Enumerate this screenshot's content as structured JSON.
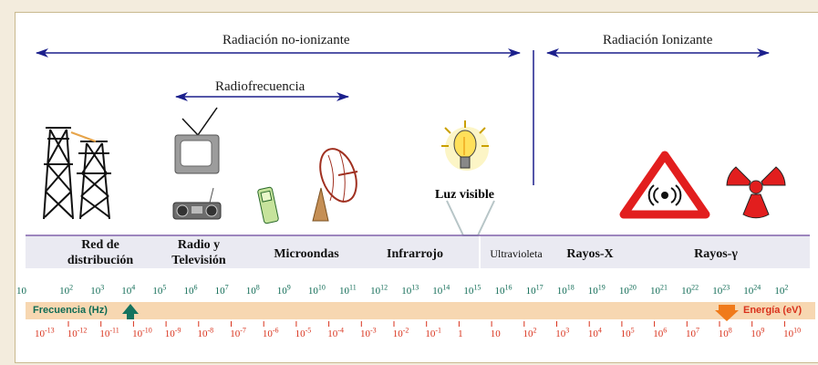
{
  "labels": {
    "no_ionizante": "Radiación no-ionizante",
    "ionizante": "Radiación Ionizante",
    "radiofrecuencia": "Radiofrecuencia",
    "luz_visible": "Luz visible"
  },
  "bands": [
    {
      "line1": "Red de",
      "line2": "distribución"
    },
    {
      "line1": "Radio y",
      "line2": "Televisión"
    },
    {
      "line1": "Microondas",
      "line2": ""
    },
    {
      "line1": "Infrarrojo",
      "line2": ""
    },
    {
      "line1": "Ultravioleta",
      "line2": ""
    },
    {
      "line1": "Rayos-X",
      "line2": ""
    },
    {
      "line1": "Rayos-γ",
      "line2": ""
    }
  ],
  "freq_label": "Frecuencia (Hz)",
  "energy_label": "Energía (eV)",
  "freq_ticks": [
    "10",
    "10|2",
    "10|3",
    "10|4",
    "10|5",
    "10|6",
    "10|7",
    "10|8",
    "10|9",
    "10|10",
    "10|11",
    "10|12",
    "10|13",
    "10|14",
    "10|15",
    "10|16",
    "10|17",
    "10|18",
    "10|19",
    "10|20",
    "10|21",
    "10|22",
    "10|23",
    "10|24",
    "10|2"
  ],
  "energy_ticks": [
    "10|-13",
    "10|-12",
    "10|-11",
    "10|-10",
    "10|-9",
    "10|-8",
    "10|-7",
    "10|-6",
    "10|-5",
    "10|-4",
    "10|-3",
    "10|-2",
    "10|-1",
    "1",
    "10",
    "10|2",
    "10|3",
    "10|4",
    "10|5",
    "10|6",
    "10|7",
    "10|8",
    "10|9",
    "10|10"
  ],
  "colors": {
    "arrow": "#1b1f8c",
    "axis_bar": "#f7d7b1",
    "freq": "#0f6b55",
    "energy": "#d9321c",
    "band_rule": "#7d5ea8"
  },
  "icons": {
    "distribucion": "power-tower-icon",
    "radio_tv": "television-radio-icon",
    "microondas": "mobile-phone-icon",
    "infrarrojo": "satellite-dish-icon",
    "luz": "light-bulb-icon",
    "rayos_x": "radiation-warning-sign-icon",
    "rayos_gamma": "radiation-trefoil-icon"
  }
}
